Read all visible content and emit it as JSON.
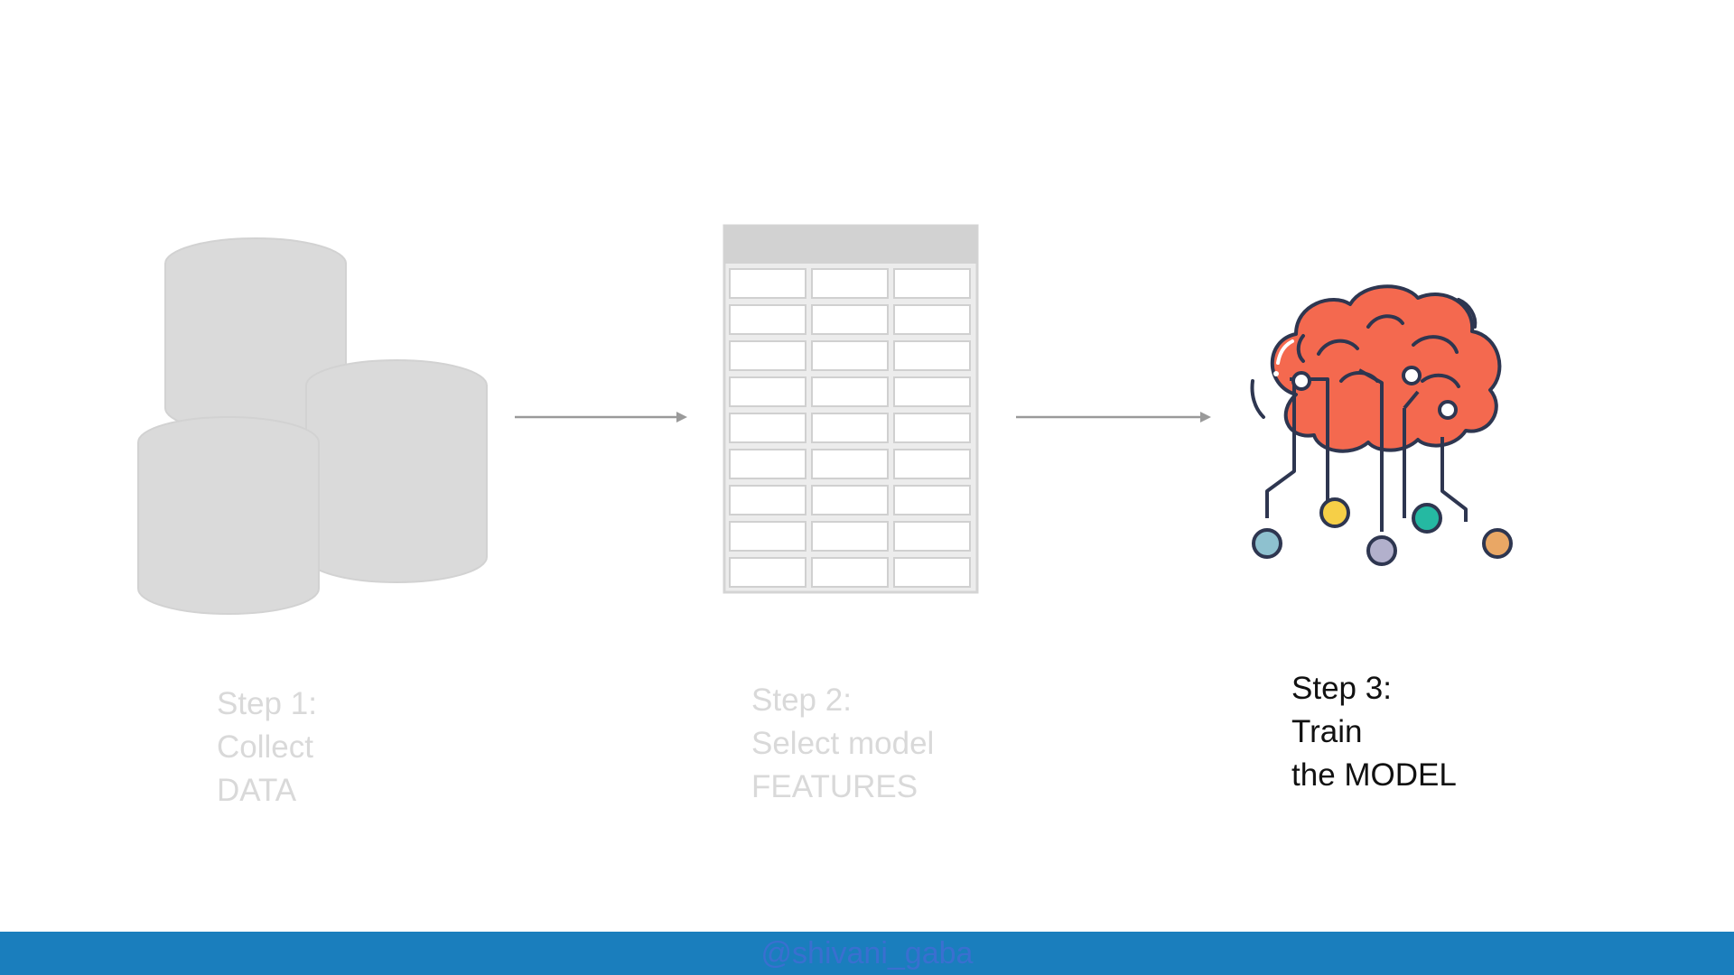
{
  "steps": [
    {
      "line1": "Step 1:",
      "line2": "Collect",
      "line3": "DATA"
    },
    {
      "line1": "Step 2:",
      "line2": "Select model",
      "line3": "FEATURES"
    },
    {
      "line1": "Step 3:",
      "line2": "Train",
      "line3": "the MODEL"
    }
  ],
  "footer": {
    "handle": "@shivani_gaba"
  },
  "icons": {
    "step1": "database-cylinders-icon",
    "step2": "feature-table-icon",
    "step3": "brain-circuit-icon",
    "connector": "arrow-right-icon"
  },
  "colors": {
    "faded_text": "#d9d9d9",
    "active_text": "#111111",
    "footer_bar": "#1a7ebd",
    "brain": "#f4694f",
    "outline": "#2e3650"
  }
}
